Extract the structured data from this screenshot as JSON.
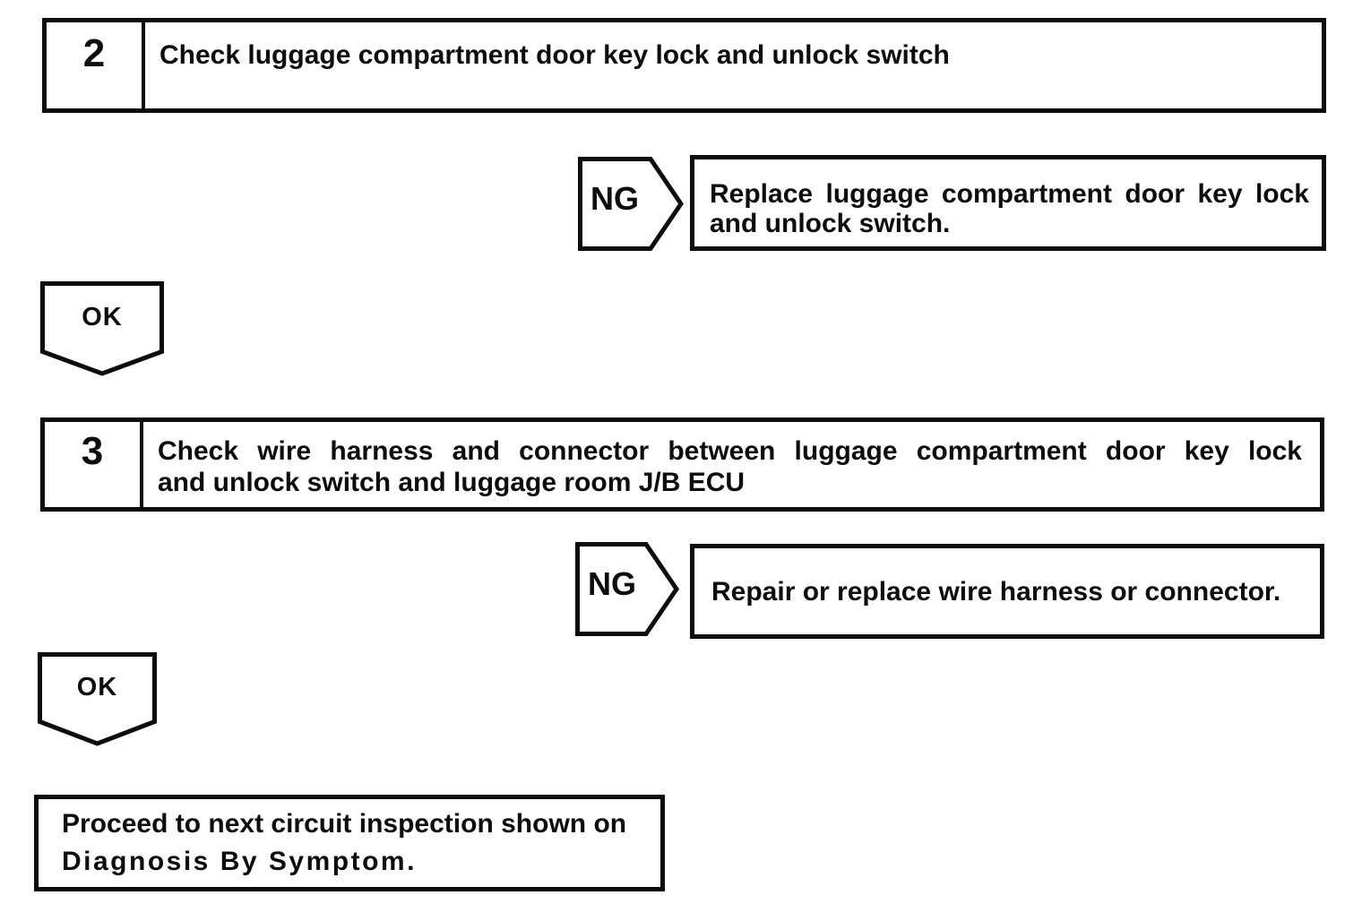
{
  "document": {
    "type": "diagnostic-flowchart",
    "ink_color": "#0d0d0d",
    "paper_color": "#ffffff"
  },
  "step2": {
    "number": "2",
    "title": "Check luggage compartment door key lock and unlock switch"
  },
  "ng1": {
    "label": "NG",
    "action_line1": "Replace luggage compartment door key lock",
    "action_line2": "and unlock switch."
  },
  "ok1": {
    "label": "OK"
  },
  "step3": {
    "number": "3",
    "title_line1": "Check wire harness and connector between luggage compartment door key lock",
    "title_line2": "and unlock switch and luggage room J/B ECU"
  },
  "ng2": {
    "label": "NG",
    "action": "Repair or replace wire harness or connector."
  },
  "ok2": {
    "label": "OK"
  },
  "final": {
    "line1": "Proceed to next circuit inspection shown on",
    "line2": "Diagnosis By Symptom."
  }
}
